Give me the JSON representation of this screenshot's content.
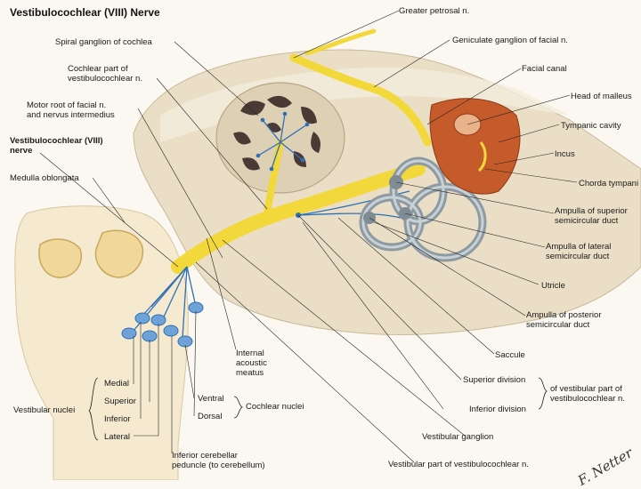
{
  "title": "Vestibulocochlear (VIII) Nerve",
  "labels": {
    "greater_petrosal": "Greater petrosal n.",
    "spiral_ganglion": "Spiral ganglion of cochlea",
    "geniculate_ganglion": "Geniculate ganglion of facial n.",
    "cochlear_part_1": "Cochlear part of",
    "cochlear_part_2": "vestibulocochlear n.",
    "facial_canal": "Facial canal",
    "motor_root_1": "Motor root of facial n.",
    "motor_root_2": "and nervus intermedius",
    "head_malleus": "Head of malleus",
    "tympanic_cavity": "Tympanic cavity",
    "vestibulocochlear_1": "Vestibulocochlear (VIII)",
    "vestibulocochlear_2": "nerve",
    "incus": "Incus",
    "medulla": "Medulla oblongata",
    "chorda": "Chorda tympani n.",
    "ampulla_sup_1": "Ampulla of superior",
    "ampulla_sup_2": "semicircular duct",
    "ampulla_lat_1": "Ampulla of lateral",
    "ampulla_lat_2": "semicircular duct",
    "utricle": "Utricle",
    "ampulla_post_1": "Ampulla of posterior",
    "ampulla_post_2": "semicircular duct",
    "saccule": "Saccule",
    "internal_1": "Internal",
    "internal_2": "acoustic",
    "internal_3": "meatus",
    "medial": "Medial",
    "superior": "Superior",
    "inferior": "Inferior",
    "lateral": "Lateral",
    "vestibular_nuclei": "Vestibular nuclei",
    "ventral": "Ventral",
    "dorsal": "Dorsal",
    "cochlear_nuclei": "Cochlear nuclei",
    "superior_division": "Superior division",
    "inferior_division": "Inferior division",
    "of_vestibular_1": "of vestibular part of",
    "of_vestibular_2": "vestibulocochlear n.",
    "vestibular_ganglion": "Vestibular ganglion",
    "inferior_cerebellar_1": "Inferior cerebellar",
    "inferior_cerebellar_2": "peduncle (to cerebellum)",
    "vestibular_part": "Vestibular part of vestibulocochlear n."
  },
  "signature": "F. Netter",
  "colors": {
    "bone": "#ece4d3",
    "nerve": "#f2d83a",
    "nerve_blue": "#2f6fb5",
    "labyrinth": "#8e9aa2",
    "tympanic": "#c55a2a"
  }
}
